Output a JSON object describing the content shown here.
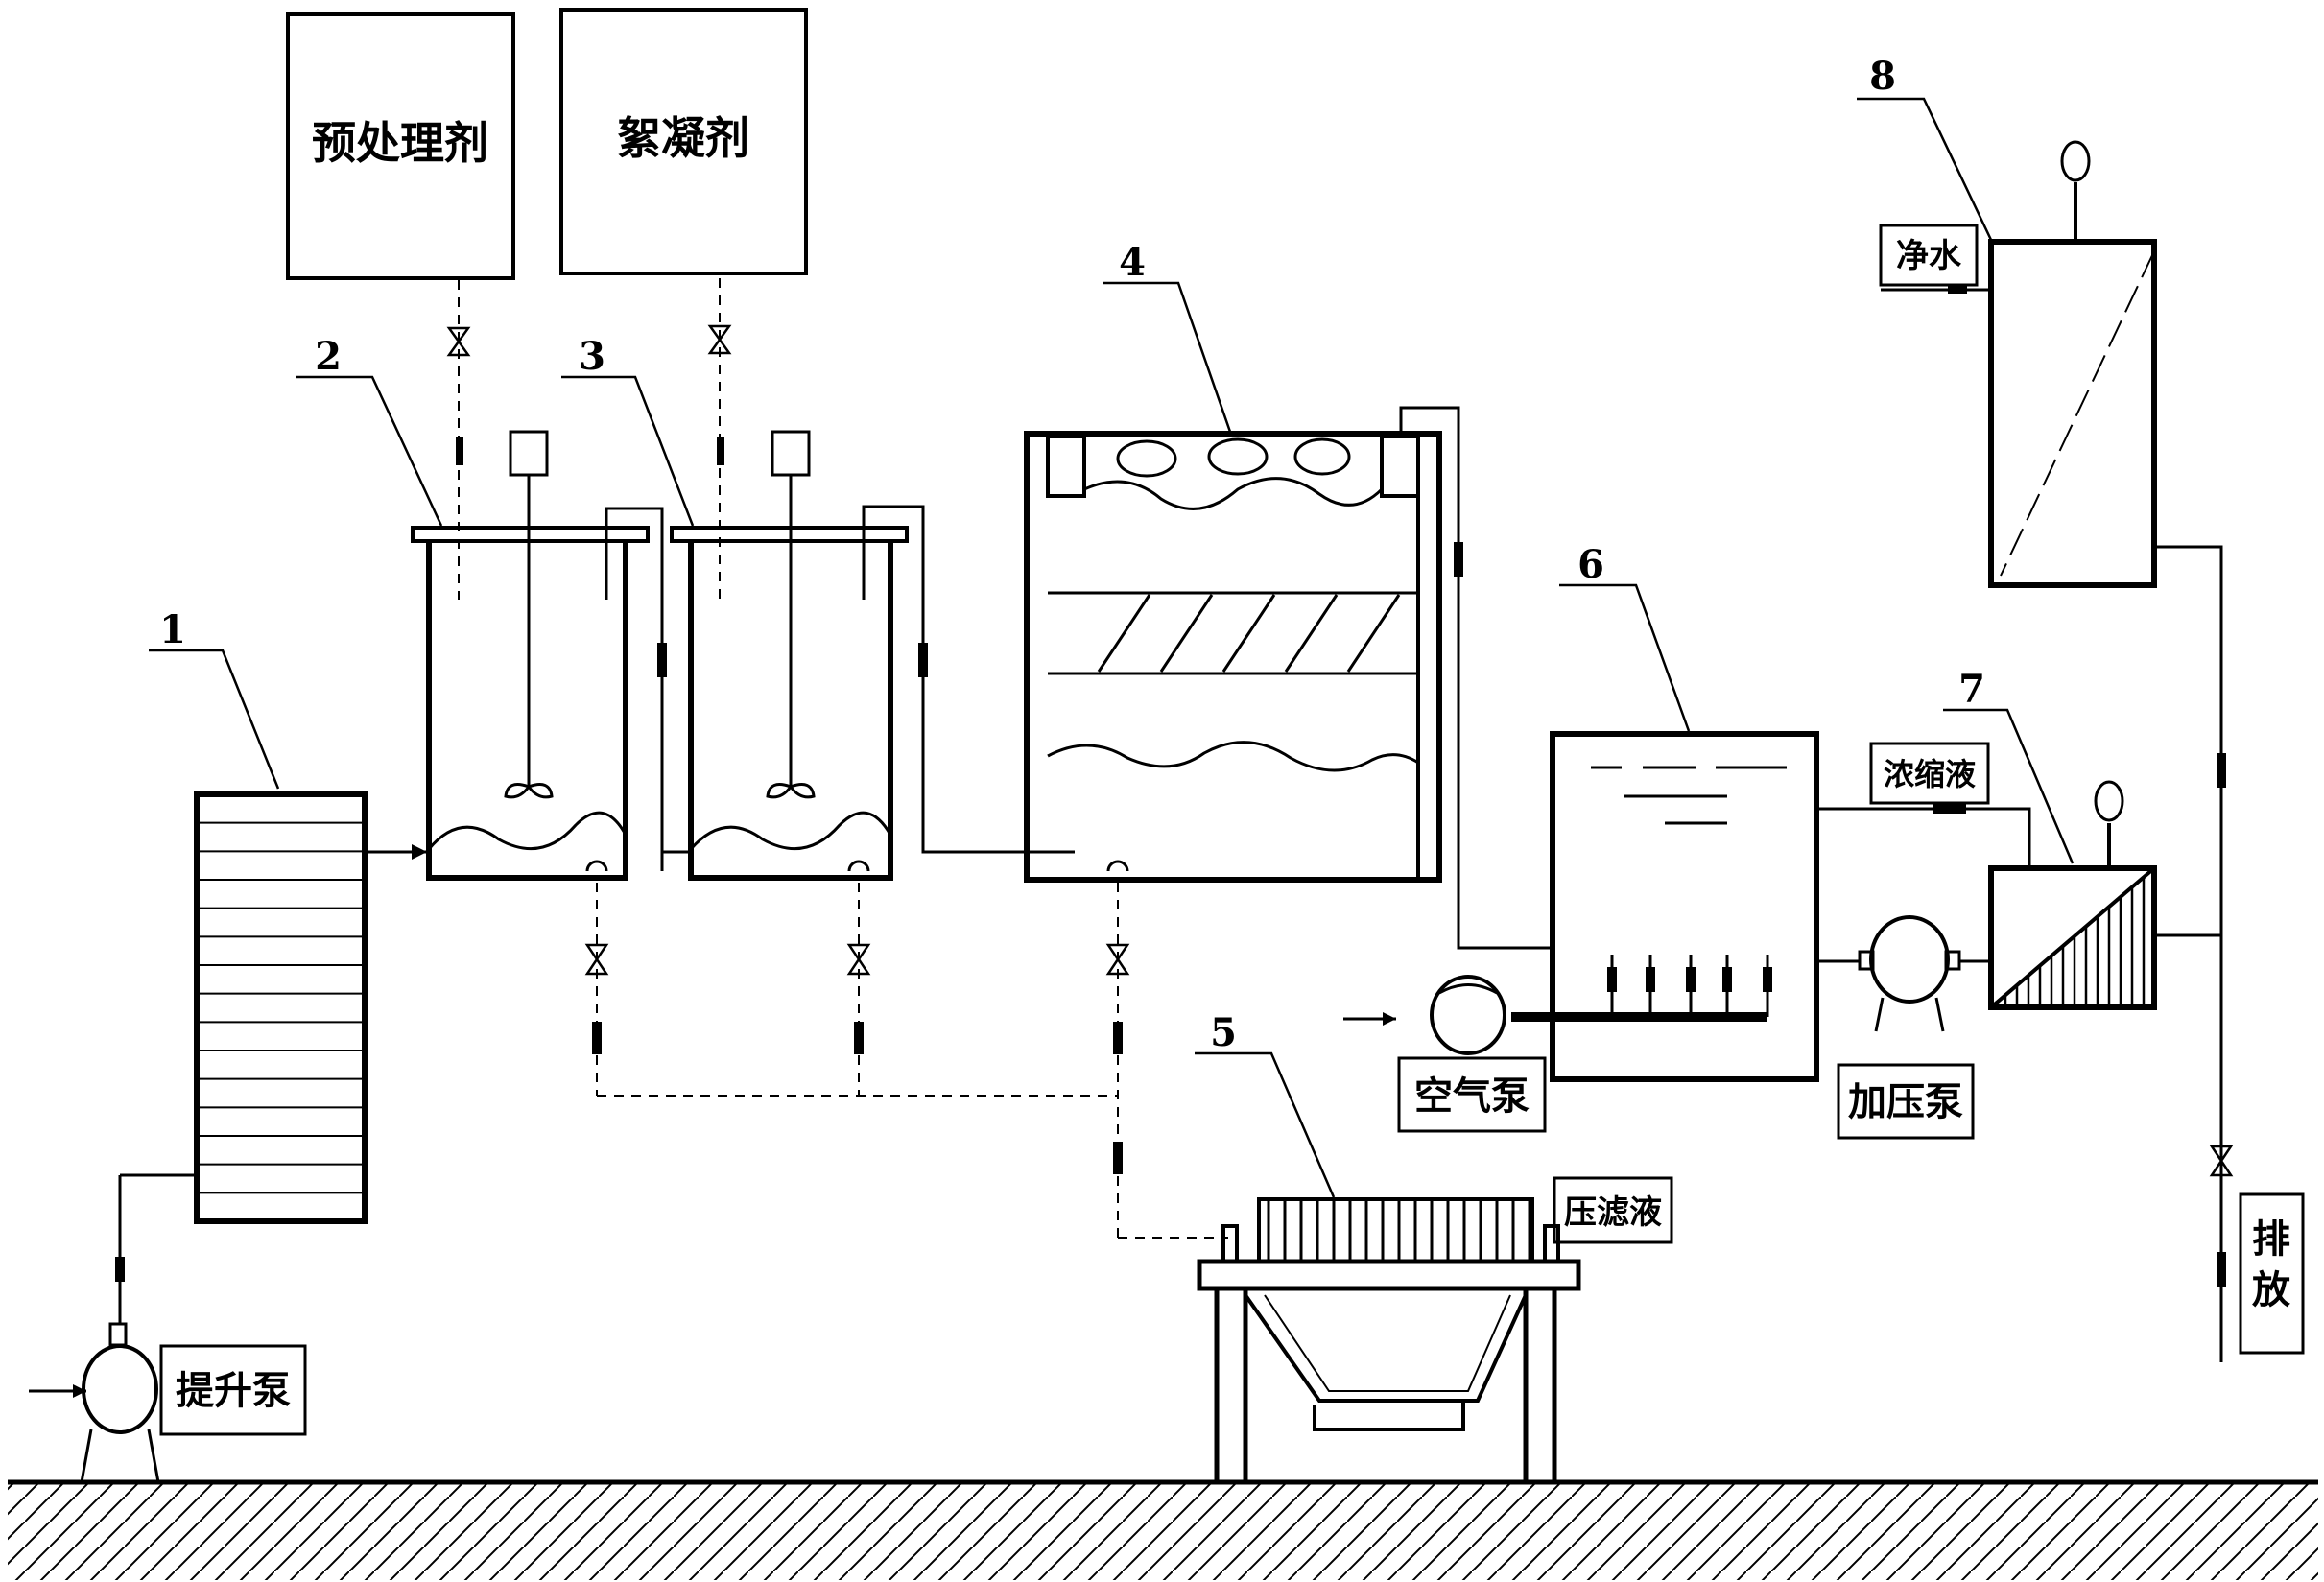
{
  "labels": {
    "pretreatment_agent": "预处理剂",
    "flocculant": "絮凝剂",
    "lift_pump": "提升泵",
    "air_pump": "空气泵",
    "pressure_pump": "加压泵",
    "concentrate": "浓缩液",
    "clean_water": "净水",
    "filtrate": "压滤液",
    "discharge_1": "排",
    "discharge_2": "放"
  },
  "numbers": {
    "n1": "1",
    "n2": "2",
    "n3": "3",
    "n4": "4",
    "n5": "5",
    "n6": "6",
    "n7": "7",
    "n8": "8"
  },
  "colors": {
    "line": "#000000",
    "background": "#ffffff"
  }
}
